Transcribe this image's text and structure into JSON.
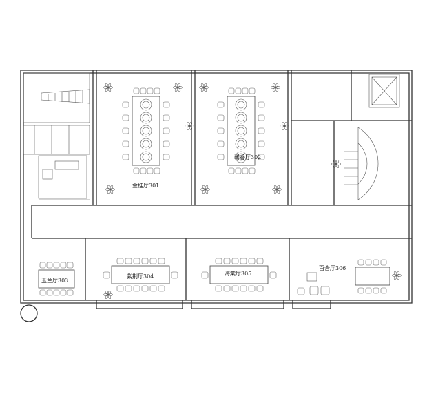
{
  "rooms": [
    {
      "key": "r301",
      "label": "金桂厅301"
    },
    {
      "key": "r302",
      "label": "馨香厅302"
    },
    {
      "key": "r303",
      "label": "玉兰厅303"
    },
    {
      "key": "r304",
      "label": "紫荆厅304"
    },
    {
      "key": "r305",
      "label": "海棠厅305"
    },
    {
      "key": "r306",
      "label": "百合厅306"
    }
  ],
  "colors": {
    "wall": "#333333",
    "line": "#666666",
    "background": "#ffffff"
  },
  "icons": [
    "plant-icon",
    "chair-icon",
    "elevator-icon",
    "stair-icon",
    "table-icon"
  ]
}
